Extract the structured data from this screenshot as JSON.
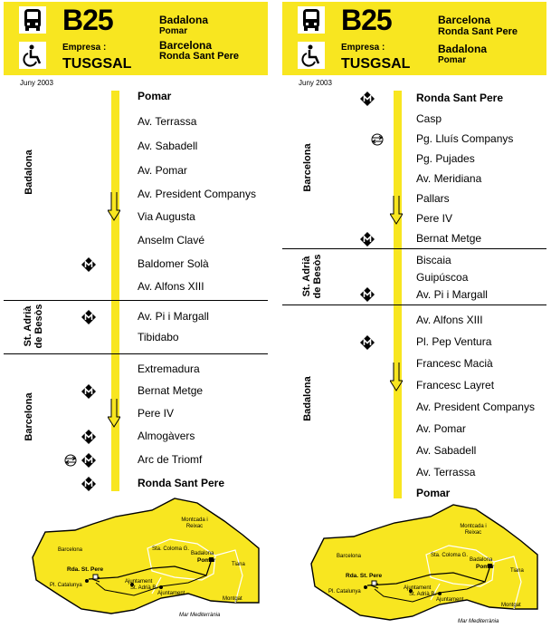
{
  "route": "B25",
  "empresa_label": "Empresa :",
  "operator": "TUSGSAL",
  "date": "Juny 2003",
  "left": {
    "header": [
      "Badalona",
      "Pomar",
      "Barcelona",
      "Ronda Sant Pere"
    ],
    "stops": [
      "Pomar",
      "Av. Terrassa",
      "Av. Sabadell",
      "Av. Pomar",
      "Av. President Companys",
      "Via Augusta",
      "Anselm Clavé",
      "Baldomer Solà",
      "Av. Alfons XIII",
      "Av. Pi i Margall",
      "Tibidabo",
      "Extremadura",
      "Bernat Metge",
      "Pere IV",
      "Almogàvers",
      "Arc de Triomf",
      "Ronda Sant Pere"
    ],
    "zones": [
      "Badalona",
      "St. Adrià de Besòs",
      "Barcelona"
    ]
  },
  "right": {
    "header": [
      "Barcelona",
      "Ronda Sant Pere",
      "Badalona",
      "Pomar"
    ],
    "stops": [
      "Ronda Sant Pere",
      "Casp",
      "Pg. Lluís Companys",
      "Pg. Pujades",
      "Av. Meridiana",
      "Pallars",
      "Pere IV",
      "Bernat Metge",
      "Biscaia",
      "Guipúscoa",
      "Av. Pi i Margall",
      "Av. Alfons XIII",
      "Pl. Pep Ventura",
      "Francesc Macià",
      "Francesc Layret",
      "Av. President Companys",
      "Av. Pomar",
      "Av. Sabadell",
      "Av. Terrassa",
      "Pomar"
    ],
    "zones": [
      "Barcelona",
      "St. Adrià de Besòs",
      "Badalona"
    ]
  },
  "map": {
    "labels": [
      "Montcada i Reixac",
      "Barcelona",
      "Sta. Coloma G.",
      "Badalona",
      "Pomar",
      "Tiana",
      "Rda. St. Pere",
      "Pl. Catalunya",
      "Ajuntament",
      "St. Adrià B.",
      "Ajuntament",
      "Montgat",
      "Mar Mediterrània"
    ]
  },
  "icons": [
    "bus-icon",
    "wheelchair-icon",
    "metro-icon",
    "train-icon",
    "direction-arrow-icon"
  ],
  "colors": {
    "accent": "#f8e620",
    "ink": "#000000",
    "background": "#ffffff"
  }
}
